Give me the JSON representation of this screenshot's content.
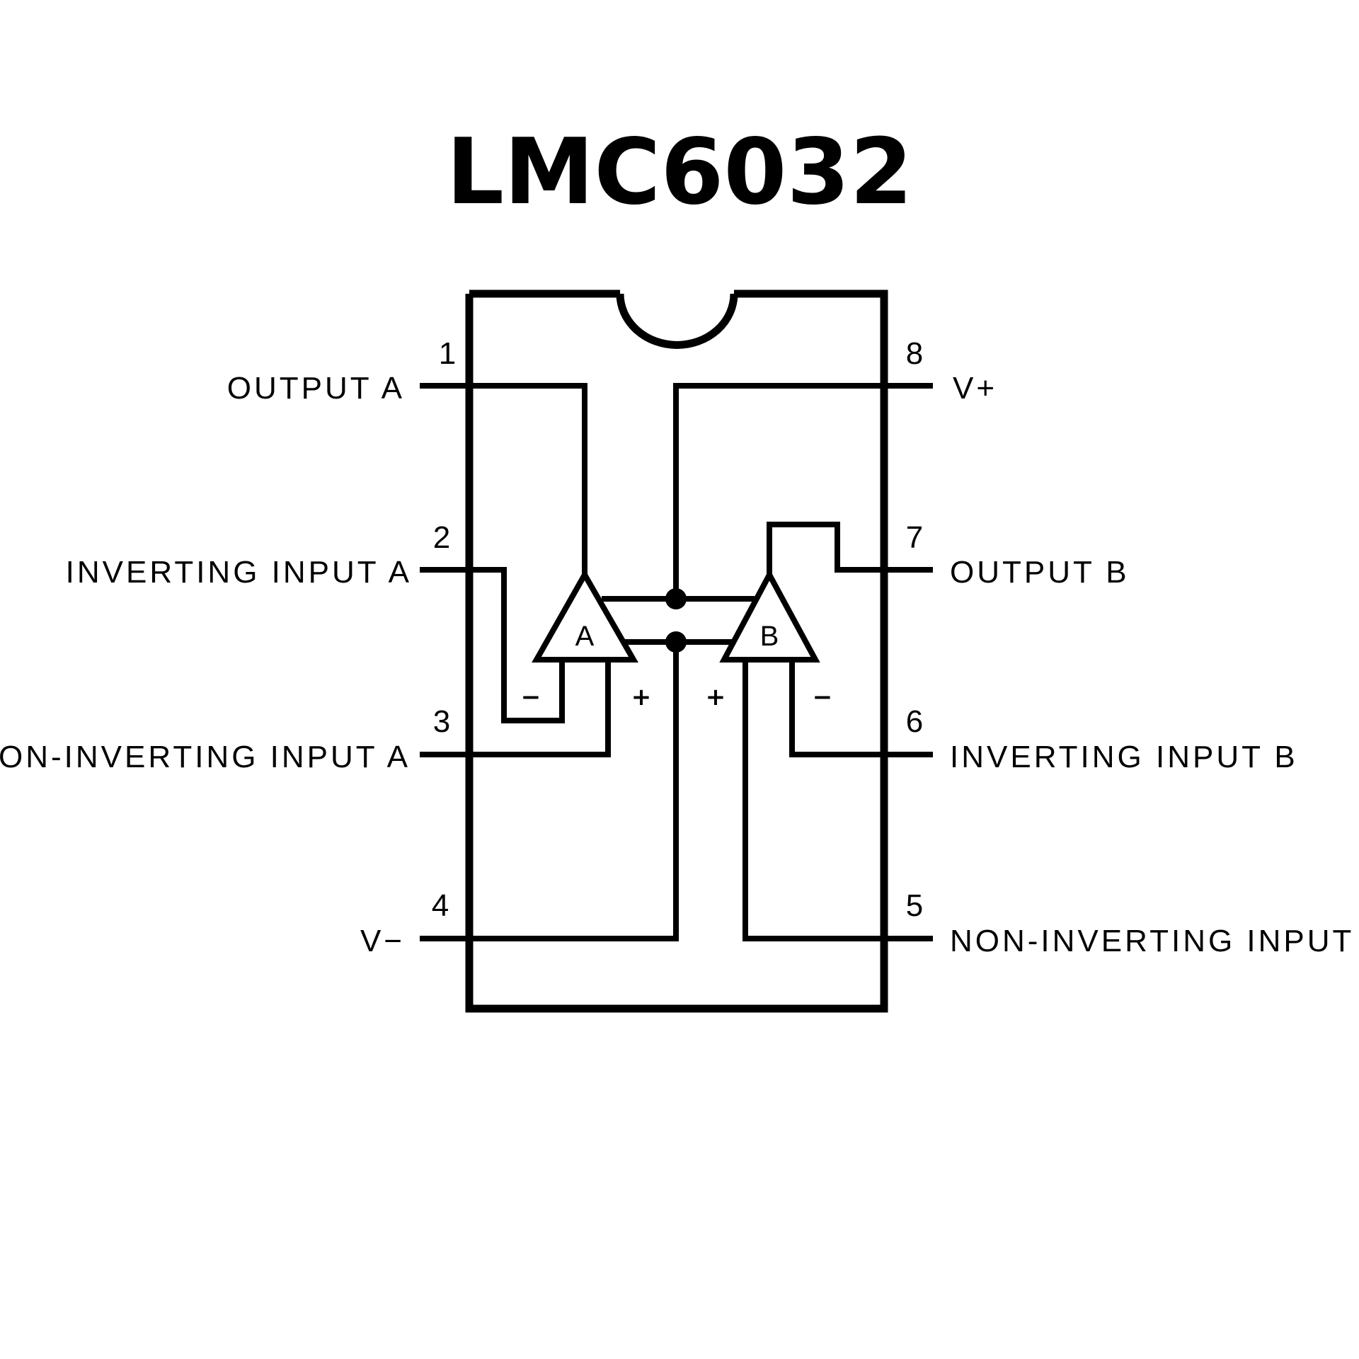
{
  "title": "LMC6032",
  "pins": [
    {
      "number": "1",
      "label": "OUTPUT A",
      "side": "left"
    },
    {
      "number": "2",
      "label": "INVERTING INPUT A",
      "side": "left"
    },
    {
      "number": "3",
      "label": "NON-INVERTING INPUT A",
      "side": "left"
    },
    {
      "number": "4",
      "label": "V−",
      "side": "left"
    },
    {
      "number": "5",
      "label": "NON-INVERTING INPUT B",
      "side": "right"
    },
    {
      "number": "6",
      "label": "INVERTING INPUT B",
      "side": "right"
    },
    {
      "number": "7",
      "label": "OUTPUT B",
      "side": "right"
    },
    {
      "number": "8",
      "label": "V+",
      "side": "right"
    }
  ],
  "amplifiers": [
    {
      "name": "A",
      "inputs": [
        "−",
        "+"
      ]
    },
    {
      "name": "B",
      "inputs": [
        "+",
        "−"
      ]
    }
  ]
}
